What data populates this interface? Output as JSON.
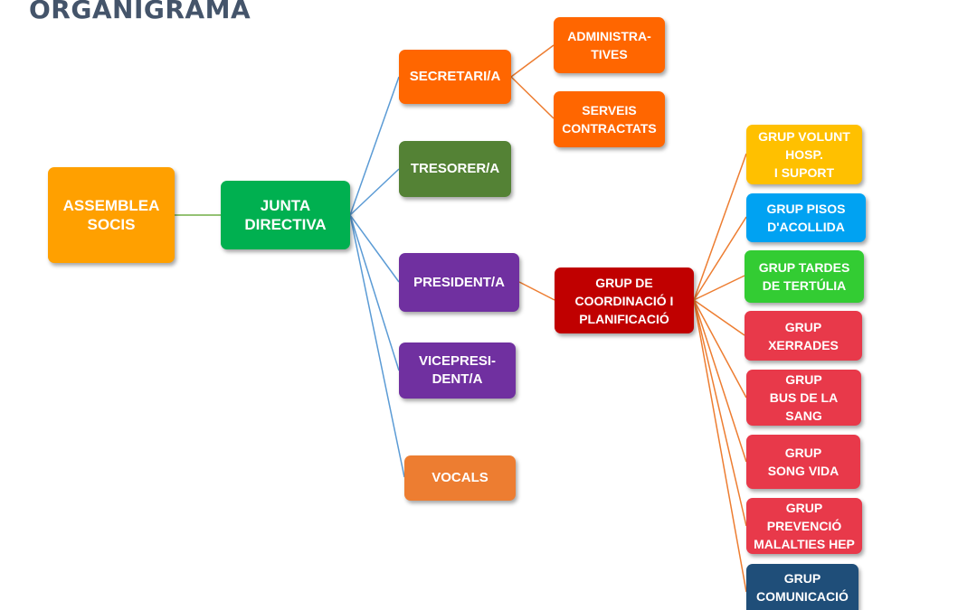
{
  "title": "ORGANIGRAMA",
  "colors": {
    "title": "#44546a",
    "connector_blue": "#5b9bd5",
    "connector_orange": "#ed7d31",
    "connector_green": "#70ad47"
  },
  "nodes": {
    "assemblea": {
      "label": "ASSEMBLEA\nSOCIS",
      "color": "#ffa000"
    },
    "junta": {
      "label": "JUNTA\nDIRECTIVA",
      "color": "#00b050"
    },
    "secretari": {
      "label": "SECRETARI/A",
      "color": "#ff6600"
    },
    "tresorer": {
      "label": "TRESORER/A",
      "color": "#548235"
    },
    "president": {
      "label": "PRESIDENT/A",
      "color": "#7030a0"
    },
    "vicepresident": {
      "label": "VICEPRESI-\nDENT/A",
      "color": "#7030a0"
    },
    "vocals": {
      "label": "VOCALS",
      "color": "#ed7d31"
    },
    "administratives": {
      "label": "ADMINISTRA-\nTIVES",
      "color": "#ff6600"
    },
    "serveis": {
      "label": "SERVEIS\nCONTRACTATS",
      "color": "#ff6600"
    },
    "coordinacio": {
      "label": "GRUP DE\nCOORDINACIÓ I\nPLANIFICACIÓ",
      "color": "#c00000"
    },
    "volunt": {
      "label": "GRUP VOLUNT\nHOSP.\nI SUPORT",
      "color": "#ffc000"
    },
    "pisos": {
      "label": "GRUP PISOS\nD'ACOLLIDA",
      "color": "#00a2f2"
    },
    "tardes": {
      "label": "GRUP TARDES\nDE TERTÚLIA",
      "color": "#33cc33"
    },
    "xerrades": {
      "label": "GRUP\nXERRADES",
      "color": "#e8394a"
    },
    "bus": {
      "label": "GRUP\nBUS DE LA\nSANG",
      "color": "#e8394a"
    },
    "song": {
      "label": "GRUP\nSONG VIDA",
      "color": "#e8394a"
    },
    "prevencio": {
      "label": "GRUP\nPREVENCIÓ\nMALALTIES HEP",
      "color": "#e8394a"
    },
    "comunicacio": {
      "label": "GRUP\nCOMUNICACIÓ",
      "color": "#1f4e79"
    }
  }
}
